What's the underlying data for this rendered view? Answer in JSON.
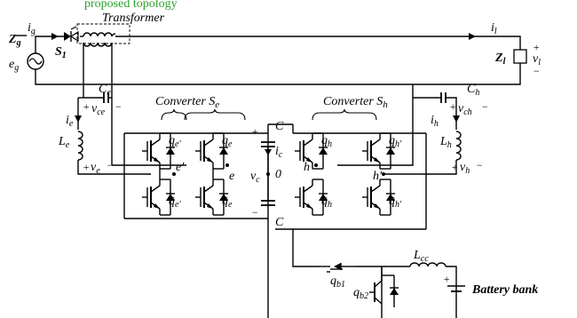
{
  "title_fragment": "proposed topology",
  "labels": {
    "transformer": "Transformer",
    "zg": "Z",
    "zg_sub": "g",
    "ig": "i",
    "ig_sub": "g",
    "eg": "e",
    "eg_sub": "g",
    "s1": "S",
    "s1_sub": "1",
    "il": "i",
    "il_sub": "l",
    "zl": "Z",
    "zl_sub": "l",
    "vl": "v",
    "vl_sub": "l",
    "ce": "C",
    "ce_sub": "e",
    "vce": "v",
    "vce_sub": "ce",
    "ch": "C",
    "ch_sub": "h",
    "vch": "v",
    "vch_sub": "ch",
    "ie": "i",
    "ie_sub": "e",
    "le": "L",
    "le_sub": "e",
    "ve": "v",
    "ve_sub": "e",
    "ih": "i",
    "ih_sub": "h",
    "lh": "L",
    "lh_sub": "h",
    "vh": "v",
    "vh_sub": "h",
    "converter_se": "Converter S",
    "converter_se_sub": "e",
    "converter_sh": "Converter S",
    "converter_sh_sub": "h",
    "c_top": "C",
    "c_bottom": "C",
    "ic": "i",
    "ic_sub": "c",
    "vc": "v",
    "vc_sub": "c",
    "zero": "0",
    "node_e_prime": "e′",
    "node_e": "e",
    "node_h": "h",
    "node_h_prime": "h′",
    "qe_prime": "q",
    "qe_prime_sub": "e′",
    "qe": "q",
    "qe_sub": "e",
    "qe_prime_bar": "q̄",
    "qe_prime_bar_sub": "e′",
    "qe_bar": "q̄",
    "qe_bar_sub": "e",
    "qh": "q",
    "qh_sub": "h",
    "qh_prime": "q",
    "qh_prime_sub": "h′",
    "qh_bar": "q̄",
    "qh_bar_sub": "h",
    "qh_prime_bar": "q̄",
    "qh_prime_bar_sub": "h′",
    "qb1": "q",
    "qb1_sub": "b1",
    "qb2": "q",
    "qb2_sub": "b2",
    "lcc": "L",
    "lcc_sub": "cc",
    "battery": "Battery bank",
    "plus": "+",
    "minus": "−"
  }
}
